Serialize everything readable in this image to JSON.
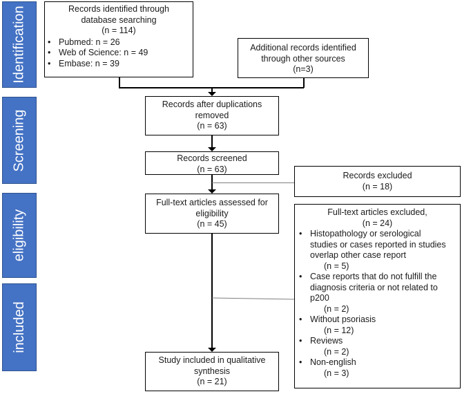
{
  "side_labels": {
    "identification": "Identification",
    "screening": "Screening",
    "eligibility": "eligibility",
    "included": "included"
  },
  "boxes": {
    "database": {
      "lines": [
        "Records identified through",
        "database searching",
        "(n = 114)"
      ],
      "bullets": [
        "Pubmed: n = 26",
        "Web of Science: n = 49",
        "Embase: n = 39"
      ]
    },
    "other_sources": {
      "lines": [
        "Additional records identified",
        "through other sources",
        "(n=3)"
      ]
    },
    "after_duplicates": {
      "lines": [
        "Records after duplications",
        "removed",
        "(n = 63)"
      ]
    },
    "screened": {
      "lines": [
        "Records screened",
        "(n = 63)"
      ]
    },
    "excluded": {
      "lines": [
        "Records excluded",
        "(n = 18)"
      ]
    },
    "fulltext": {
      "lines": [
        "Full-text articles assessed for",
        "eligibility",
        "(n = 45)"
      ]
    },
    "fulltext_excluded": {
      "lines": [
        "Full-text articles excluded,",
        "(n = 24)"
      ],
      "items": [
        {
          "text": [
            "Histopathology or serological",
            "studies or cases reported in studies",
            "overlap other case report"
          ],
          "n": "(n = 5)"
        },
        {
          "text": [
            "Case reports that do not fulfill the",
            "diagnosis criteria or not related to",
            "p200"
          ],
          "n": "(n = 2)"
        },
        {
          "text": [
            "Without psoriasis"
          ],
          "n": "(n = 12)"
        },
        {
          "text": [
            "Reviews"
          ],
          "n": "(n = 2)"
        },
        {
          "text": [
            "Non-english"
          ],
          "n": "(n = 3)"
        }
      ]
    },
    "included": {
      "lines": [
        "Study included in qualitative",
        "synthesis",
        "(n = 21)"
      ]
    }
  }
}
